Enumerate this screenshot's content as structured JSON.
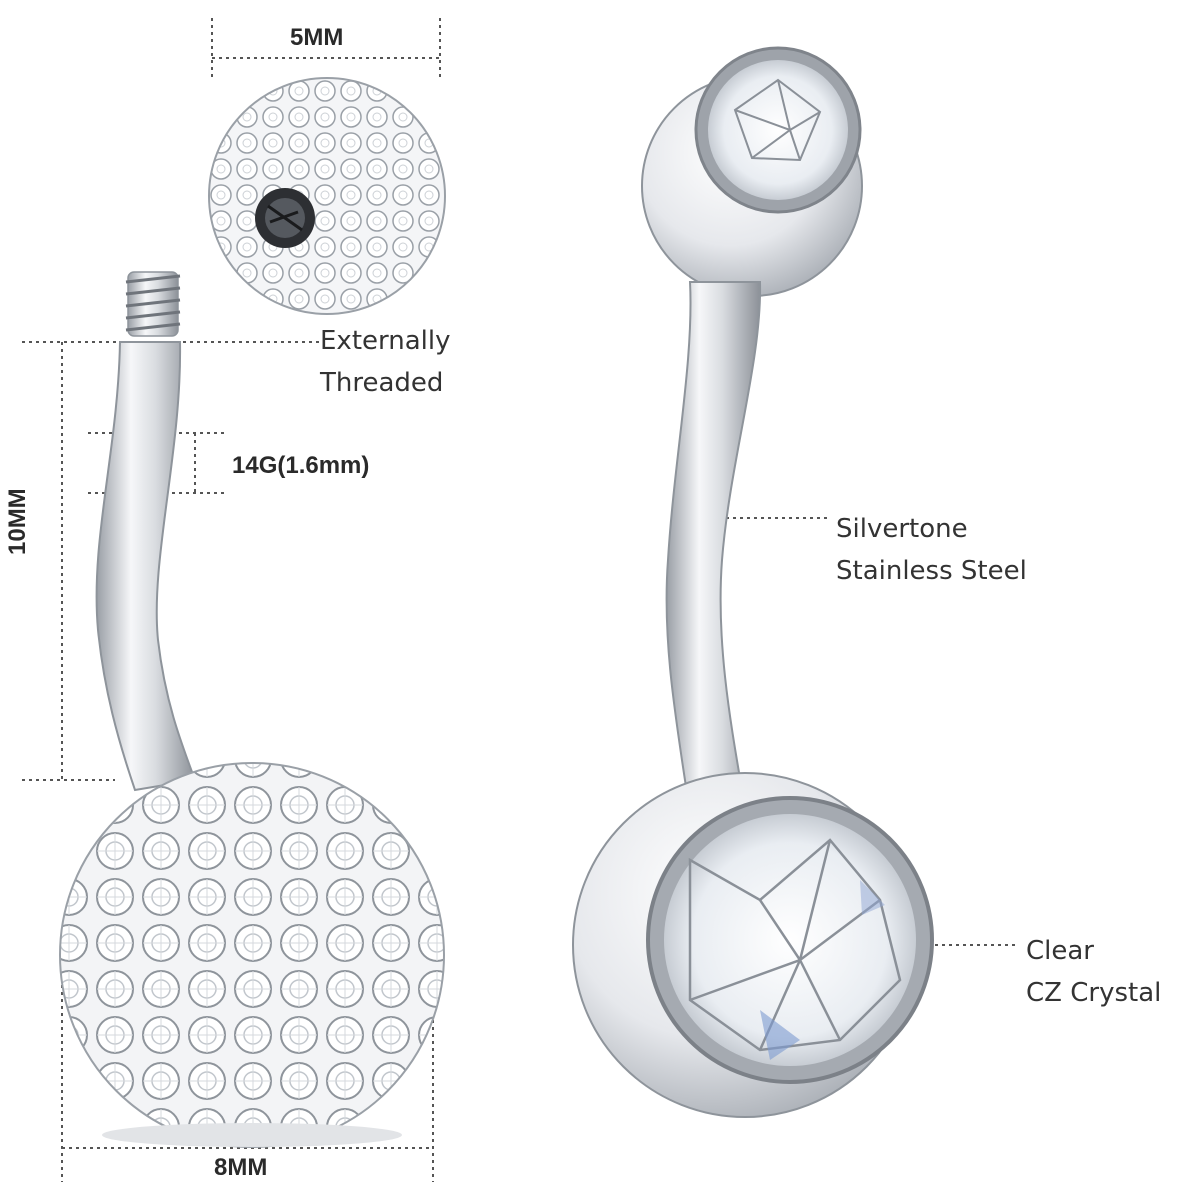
{
  "dimensions": {
    "top_ball": "5MM",
    "bar_length": "10MM",
    "gauge": "14G(1.6mm)",
    "bottom_ball": "8MM"
  },
  "callouts": {
    "thread_line1": "Externally",
    "thread_line2": "Threaded",
    "material_line1": "Silvertone",
    "material_line2": "Stainless Steel",
    "gem_line1": "Clear",
    "gem_line2": "CZ Crystal"
  },
  "colors": {
    "background": "#ffffff",
    "text": "#2a2a2a",
    "dim_line": "#555555",
    "steel_dark": "#8a8f96",
    "steel_light": "#f4f5f7"
  },
  "icons": [
    "paved-crystal-ball",
    "externally-threaded-post",
    "curved-steel-bar",
    "jeweled-top-ball",
    "cz-crystal-bottom-ball"
  ]
}
